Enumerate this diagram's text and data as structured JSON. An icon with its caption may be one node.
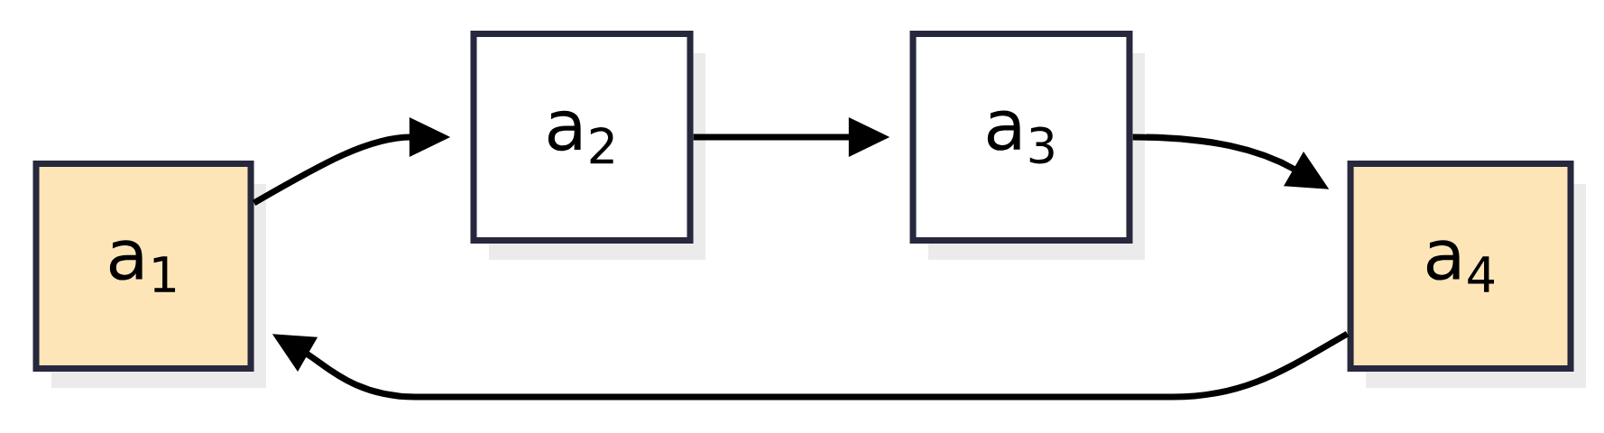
{
  "diagram": {
    "nodes": [
      {
        "text": [
          "a$_{1}$"
        ]
      },
      {
        "text": [
          "a$_{2}$"
        ]
      },
      {
        "text": [
          "a$_{3}$"
        ]
      },
      {
        "text": [
          "a$_{4}$"
        ]
      }
    ],
    "edges": [
      {
        "from": 0,
        "to": 1,
        "arrow": "to"
      },
      {
        "from": 1,
        "to": 2,
        "arrow": "to"
      },
      {
        "from": 2,
        "to": 3,
        "arrow": "to"
      },
      {
        "from": 3,
        "to": 0,
        "arrow": "to"
      }
    ]
  }
}
